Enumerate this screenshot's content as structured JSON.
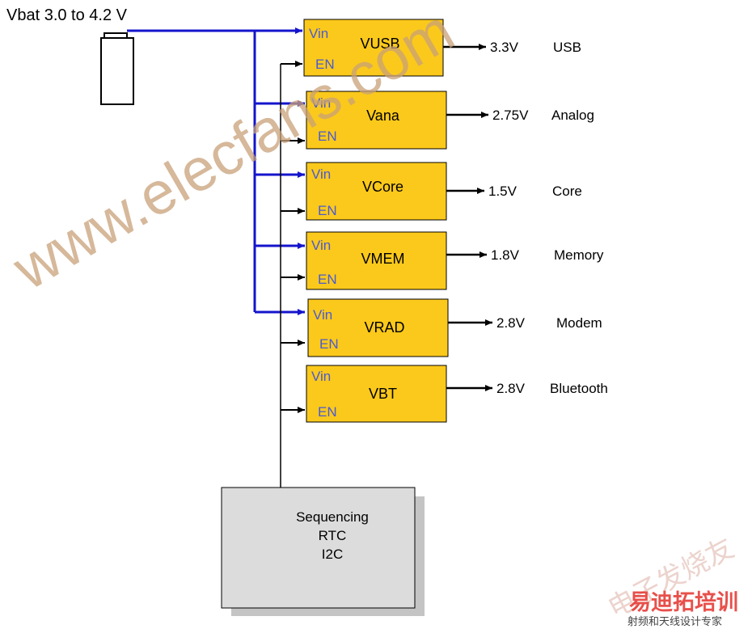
{
  "battery": {
    "label": "Vbat 3.0 to 4.2 V"
  },
  "regulators": [
    {
      "name": "VUSB",
      "vin": "Vin",
      "en": "EN",
      "voltage": "3.3V",
      "domain": "USB"
    },
    {
      "name": "Vana",
      "vin": "Vin",
      "en": "EN",
      "voltage": "2.75V",
      "domain": "Analog"
    },
    {
      "name": "VCore",
      "vin": "Vin",
      "en": "EN",
      "voltage": "1.5V",
      "domain": "Core"
    },
    {
      "name": "VMEM",
      "vin": "Vin",
      "en": "EN",
      "voltage": "1.8V",
      "domain": "Memory"
    },
    {
      "name": "VRAD",
      "vin": "Vin",
      "en": "EN",
      "voltage": "2.8V",
      "domain": "Modem"
    },
    {
      "name": "VBT",
      "vin": "Vin",
      "en": "EN",
      "voltage": "2.8V",
      "domain": "Bluetooth"
    }
  ],
  "controller": {
    "line1": "Sequencing",
    "line2": "RTC",
    "line3": "I2C"
  },
  "watermark": {
    "site": "www.elecfans.com",
    "seal": "电子发烧友",
    "brand": "易迪拓培训",
    "tagline": "射频和天线设计专家"
  },
  "colors": {
    "regulator_fill": "#fbc91b",
    "bus_wire": "#1414cc",
    "pin_label": "#4a5bd0",
    "controller_fill": "#dcdcdc",
    "watermark": "#c8a078"
  }
}
